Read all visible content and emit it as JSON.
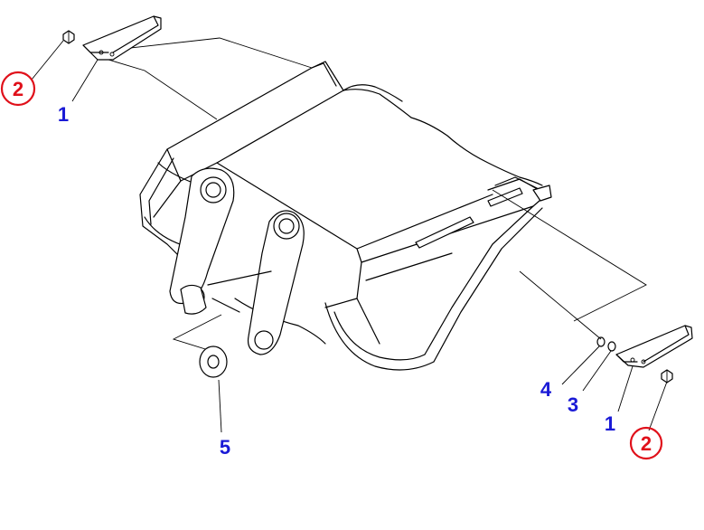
{
  "callouts": [
    {
      "id": "c2-left",
      "number": "2",
      "color": "#e0101a",
      "circled": true
    },
    {
      "id": "c1-left",
      "number": "1",
      "color": "#1a1ad6",
      "circled": false
    },
    {
      "id": "c4",
      "number": "4",
      "color": "#1a1ad6",
      "circled": false
    },
    {
      "id": "c3",
      "number": "3",
      "color": "#1a1ad6",
      "circled": false
    },
    {
      "id": "c1-right",
      "number": "1",
      "color": "#1a1ad6",
      "circled": false
    },
    {
      "id": "c2-right",
      "number": "2",
      "color": "#e0101a",
      "circled": true
    },
    {
      "id": "c5",
      "number": "5",
      "color": "#1a1ad6",
      "circled": false
    }
  ]
}
